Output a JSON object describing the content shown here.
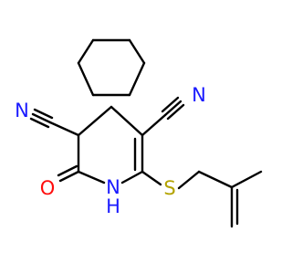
{
  "structure": {
    "atoms": {
      "nitrile_n_left": "N",
      "nitrile_n_right": "N",
      "carbonyl_o": "O",
      "ring_n": "N",
      "ring_h": "H",
      "thioether_s": "S"
    },
    "colors": {
      "carbon_bond": "#000000",
      "nitrogen": "#1a1aff",
      "oxygen": "#ff0d0d",
      "sulfur": "#b3a300",
      "background": "#ffffff"
    }
  }
}
